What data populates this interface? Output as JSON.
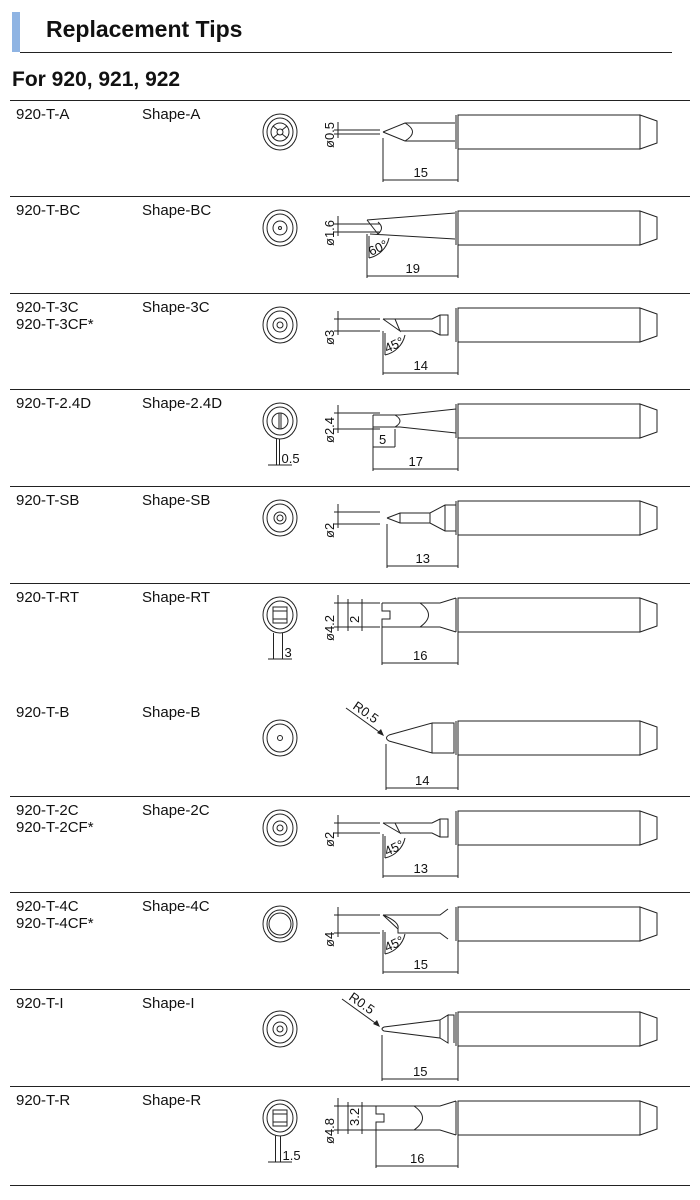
{
  "header": {
    "title": "Replacement Tips",
    "subtitle": "For 920, 921, 922"
  },
  "rows": [
    {
      "models": [
        "920-T-A"
      ],
      "shape": "Shape-A",
      "dims": {
        "diameter": "ø0.5",
        "length": "15"
      }
    },
    {
      "models": [
        "920-T-BC"
      ],
      "shape": "Shape-BC",
      "dims": {
        "diameter": "ø1.6",
        "length": "19",
        "angle": "60°"
      }
    },
    {
      "models": [
        "920-T-3C",
        "920-T-3CF*"
      ],
      "shape": "Shape-3C",
      "dims": {
        "diameter": "ø3",
        "length": "14",
        "angle": "45°"
      }
    },
    {
      "models": [
        "920-T-2.4D"
      ],
      "shape": "Shape-2.4D",
      "dims": {
        "diameter": "ø2.4",
        "length": "17",
        "flat": "5",
        "end": "0.5"
      }
    },
    {
      "models": [
        "920-T-SB"
      ],
      "shape": "Shape-SB",
      "dims": {
        "diameter": "ø2",
        "length": "13"
      }
    },
    {
      "models": [
        "920-T-RT"
      ],
      "shape": "Shape-RT",
      "dims": {
        "diameter": "ø4.2",
        "inner": "2",
        "length": "16",
        "end": "3"
      }
    },
    {
      "models": [
        "920-T-B"
      ],
      "shape": "Shape-B",
      "dims": {
        "radius": "R0.5",
        "length": "14"
      }
    },
    {
      "models": [
        "920-T-2C",
        "920-T-2CF*"
      ],
      "shape": "Shape-2C",
      "dims": {
        "diameter": "ø2",
        "length": "13",
        "angle": "45°"
      }
    },
    {
      "models": [
        "920-T-4C",
        "920-T-4CF*"
      ],
      "shape": "Shape-4C",
      "dims": {
        "diameter": "ø4",
        "length": "15",
        "angle": "45°"
      }
    },
    {
      "models": [
        "920-T-I"
      ],
      "shape": "Shape-I",
      "dims": {
        "radius": "R0.5",
        "length": "15"
      }
    },
    {
      "models": [
        "920-T-R"
      ],
      "shape": "Shape-R",
      "dims": {
        "diameter": "ø4.8",
        "inner": "3.2",
        "length": "16",
        "end": "1.5"
      }
    }
  ]
}
